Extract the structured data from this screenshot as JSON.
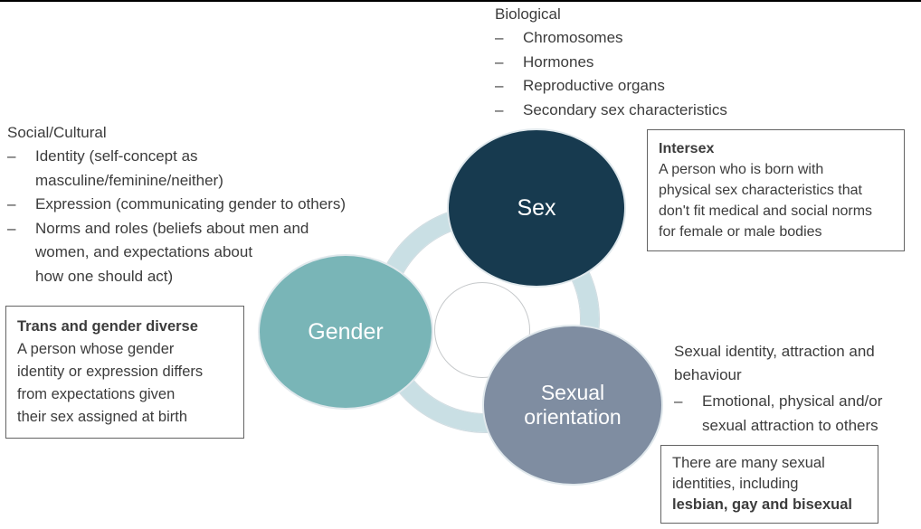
{
  "dash": "–",
  "colors": {
    "sex_circle": "#173a4f",
    "gender_circle": "#79b5b7",
    "orientation_circle": "#7f8da1",
    "connector_ring": "#c9dfe4",
    "body_text": "#3c3c3c",
    "circle_text": "#ffffff",
    "box_border": "#636363",
    "top_rule": "#000000"
  },
  "diagram": {
    "circles": {
      "sex": {
        "label": "Sex",
        "color": "#173a4f"
      },
      "gender": {
        "label": "Gender",
        "color": "#79b5b7"
      },
      "orientation": {
        "label": "Sexual orientation",
        "color": "#7f8da1"
      }
    }
  },
  "biological": {
    "title": "Biological",
    "items": [
      "Chromosomes",
      "Hormones",
      "Reproductive organs",
      "Secondary sex characteristics"
    ]
  },
  "social_cultural": {
    "title": "Social/Cultural",
    "items": [
      [
        "Identity (self-concept as",
        "masculine/feminine/neither)"
      ],
      [
        "Expression (communicating gender to others)"
      ],
      [
        "Norms and roles (beliefs about men and",
        "women, and expectations about",
        "how one should act)"
      ]
    ]
  },
  "sexual_identity": {
    "title": "Sexual identity, attraction and behaviour",
    "items": [
      "Emotional, physical and/or sexual attraction to others"
    ]
  },
  "intersex_box": {
    "title": "Intersex",
    "body": "A person who is born with physical sex characteristics that don't fit medical and social norms for female or male bodies"
  },
  "trans_box": {
    "title": "Trans and gender diverse",
    "body": "A person whose gender identity or expression differs from expectations given their sex assigned at birth"
  },
  "identities_box": {
    "body": "There are many sexual identities, including",
    "emphasis": "lesbian, gay and bisexual"
  }
}
